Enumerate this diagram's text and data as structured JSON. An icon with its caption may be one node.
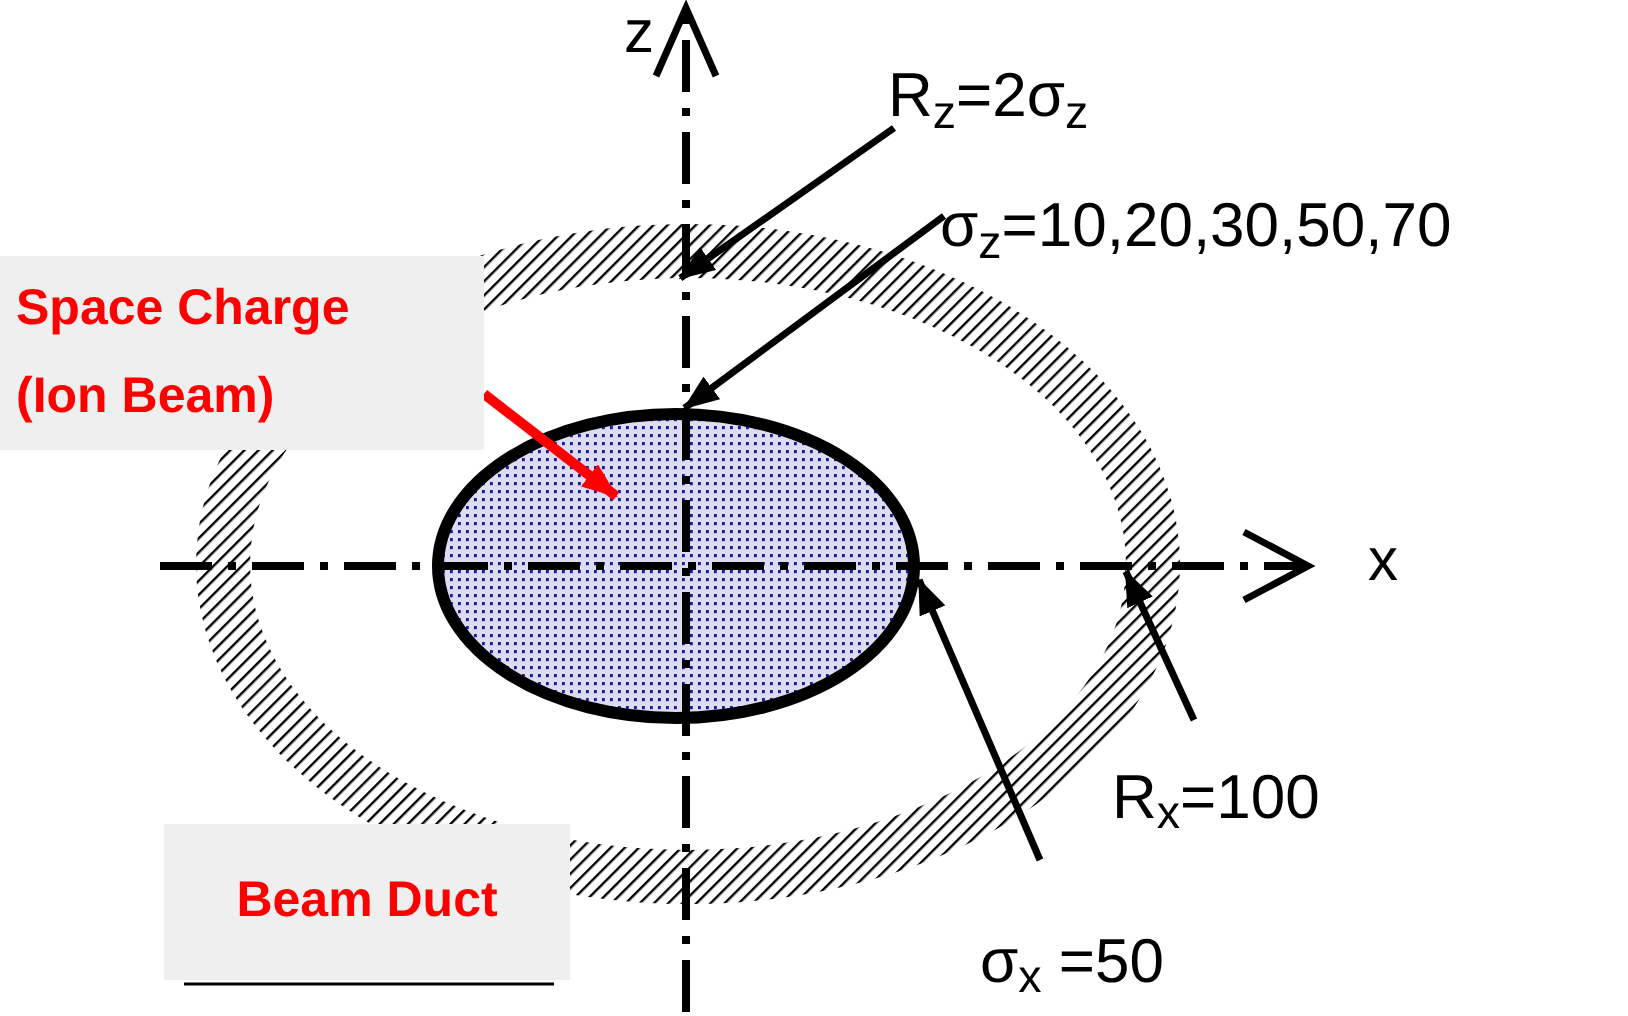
{
  "diagram": {
    "nodes": [
      {
        "text": [
          "R$_{z}$=2σ$_{z}$"
        ]
      },
      {
        "text": [
          "σ$_{z}$=10,20,30,50,70"
        ]
      },
      {
        "text": [
          "Space Charge (Ion Beam)"
        ]
      },
      {
        "text": [],
        "shape": "ring"
      },
      {
        "text": [],
        "shape": "ellipse",
        "in": 3
      },
      {
        "text": [
          "Beam Duct"
        ]
      },
      {
        "text": [
          "R$_{x}$=100"
        ]
      },
      {
        "text": [
          "σ$_{x}$ =50"
        ]
      }
    ],
    "edges": [
      {
        "from": 0,
        "to": 3,
        "arrow": "to"
      },
      {
        "from": 1,
        "to": 4,
        "arrow": "to"
      },
      {
        "from": 2,
        "to": 4,
        "arrow": "to",
        "color": "#ff0000"
      },
      {
        "from": 6,
        "to": 3,
        "arrow": "to"
      },
      {
        "from": 7,
        "to": 4,
        "arrow": "to"
      }
    ],
    "labels": [
      "z",
      "x"
    ]
  }
}
